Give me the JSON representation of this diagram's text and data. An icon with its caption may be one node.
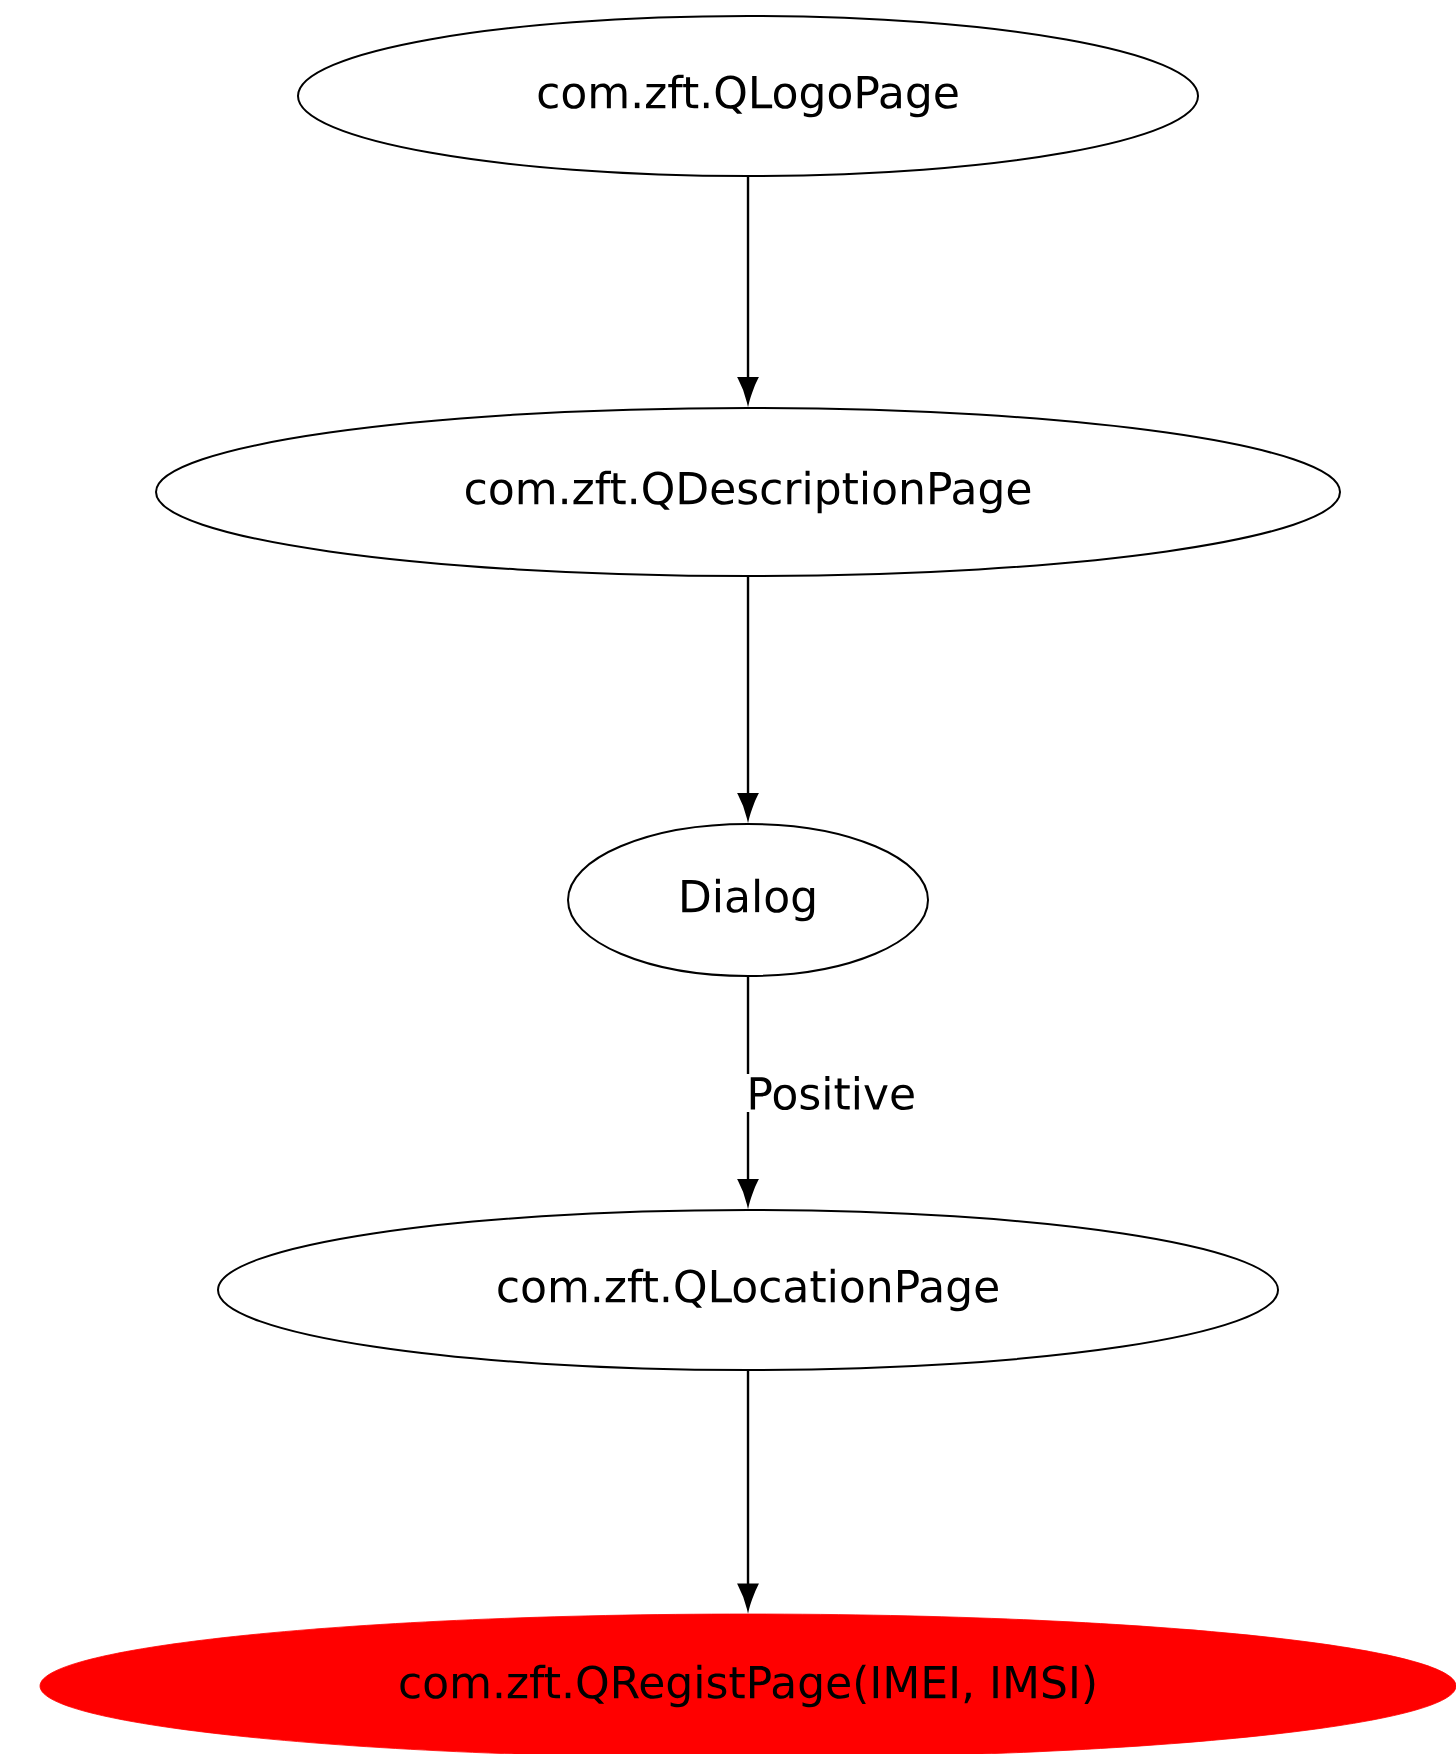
{
  "diagram": {
    "nodes": [
      {
        "text": [
          "com.zft.QLogoPage"
        ]
      },
      {
        "text": [
          "com.zft.QDescriptionPage"
        ]
      },
      {
        "text": [
          "Dialog"
        ]
      },
      {
        "text": [
          "com.zft.QLocationPage"
        ]
      },
      {
        "text": [
          "com.zft.QRegistPage(IMEI, IMSI)"
        ]
      }
    ],
    "edges": [
      {
        "from": 0,
        "to": 1,
        "arrow": "to"
      },
      {
        "from": 1,
        "to": 2,
        "arrow": "to"
      },
      {
        "from": 2,
        "to": 3,
        "arrow": "to",
        "label": "Positive"
      },
      {
        "from": 3,
        "to": 4,
        "arrow": "to"
      }
    ]
  }
}
